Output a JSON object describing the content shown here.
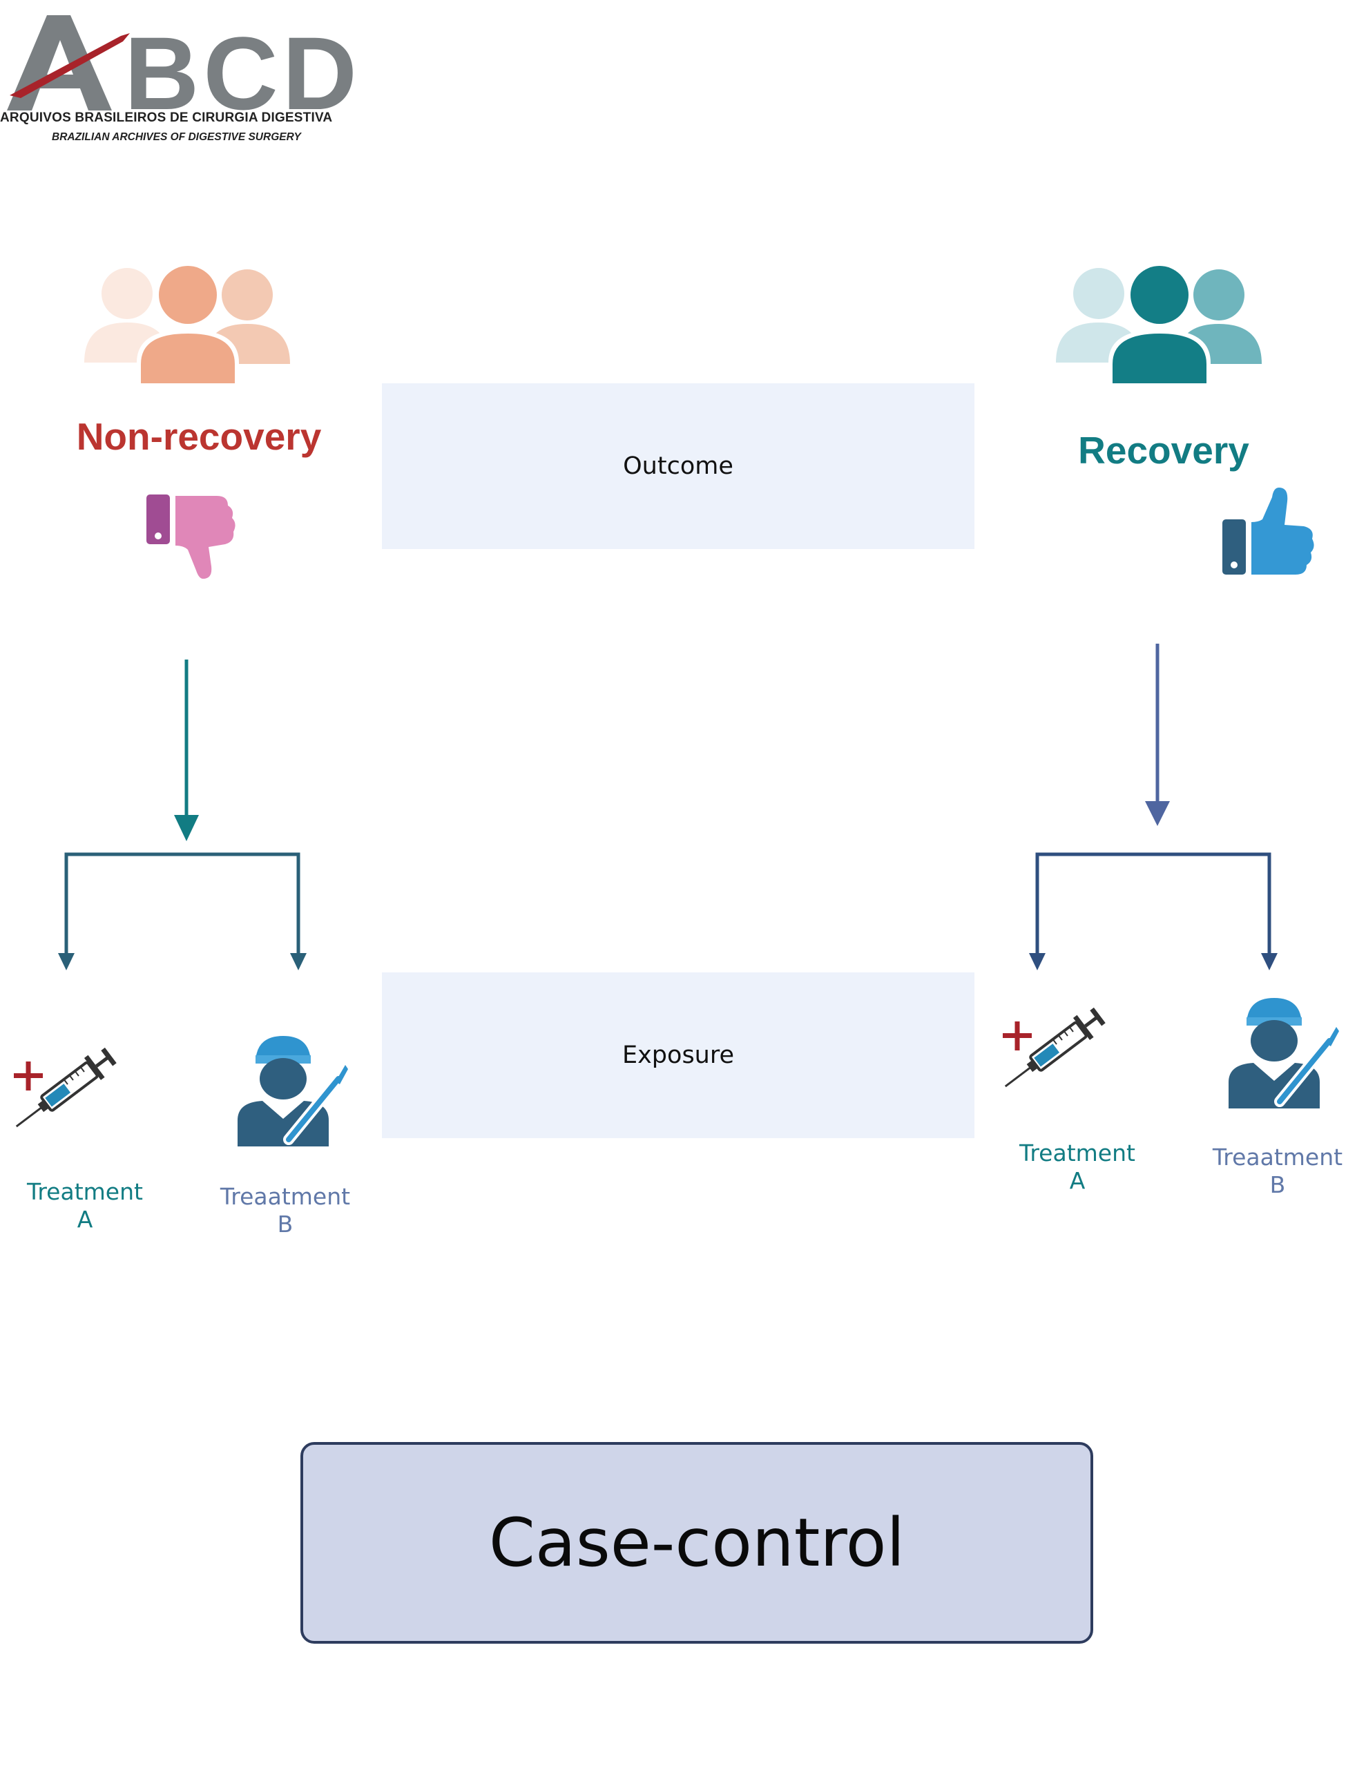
{
  "logo": {
    "letters": "ABCD",
    "title": "ARQUIVOS BRASILEIROS DE CIRURGIA DIGESTIVA",
    "subtitle": "BRAZILIAN ARCHIVES OF DIGESTIVE SURGERY"
  },
  "groups": {
    "left": {
      "label": "Non-recovery"
    },
    "right": {
      "label": "Recovery"
    }
  },
  "bands": {
    "outcome": "Outcome",
    "exposure": "Exposure"
  },
  "treatments": {
    "left_a": {
      "line1": "Treatment",
      "line2": "A"
    },
    "left_b": {
      "line1": "Treaatment",
      "line2": "B"
    },
    "right_a": {
      "line1": "Treatment",
      "line2": "A"
    },
    "right_b": {
      "line1": "Treaatment",
      "line2": "B"
    }
  },
  "study_type": "Case-control",
  "colors": {
    "non_recovery": "#bb3530",
    "recovery": "#127c83",
    "arrow_teal": "#127c83",
    "arrow_slate": "#4f66a0",
    "band": "#edf2fb",
    "box_fill": "#cfd5e9",
    "box_border": "#2e3c5e"
  }
}
